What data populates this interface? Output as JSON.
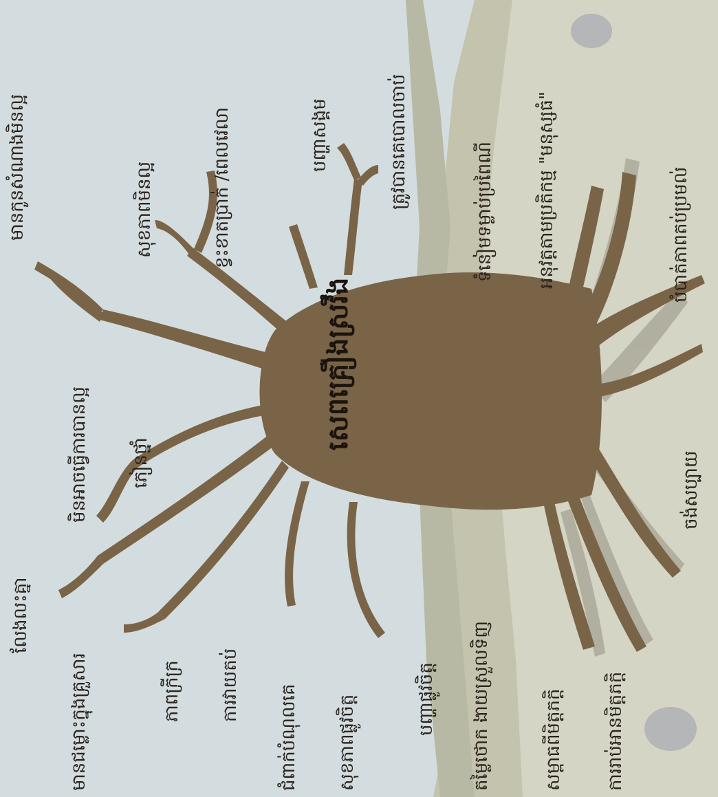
{
  "title": "សេពគ្រឿងស្រវឹង",
  "branches": [
    "មានកូនសំណាងមិនល្អ",
    "សុខភាពមិនល្អ",
    "ខ្វះខាតប្រាក់ /ពេលវេលា",
    "បញ្ហាសង្គម",
    "ត្រូវបានគេបោលចាប់",
    "មិនអាចធ្វើការបានល្អ",
    "ភៀនថ្នាំ",
    "លែងលះគ្នា",
    "មានជម្លោះក្នុងគ្រួសារ",
    "ភាពក្រីក្រ",
    "ការវាយតប់",
    "ជំពាក់បំណុលគេ",
    "សុខភាពផ្លូវចិត្ត",
    "បញ្ហាផ្លូវចិត្ត"
  ],
  "roots": [
    "ទំនៀមទម្លាប់ប្រពៃណី",
    "អនុវត្តតាមប្រតិកម្ម \"មនុស្សធំ\"",
    "បំបាត់ភាពតប់ប្រមល់",
    "ចង់សប្បាយ",
    "តម្លៃថោក ងាយស្រួលទិញ",
    "សម្ពាធពីមិត្តភក្តិ",
    "ការរាប់អានមិត្តភក្តិ"
  ],
  "colors": {
    "sky": "#d3dde0",
    "ground": "#d4d5c4",
    "ridge": "#c3c3ae",
    "trunk": "#7a6447",
    "shadow": "#a9a898"
  }
}
